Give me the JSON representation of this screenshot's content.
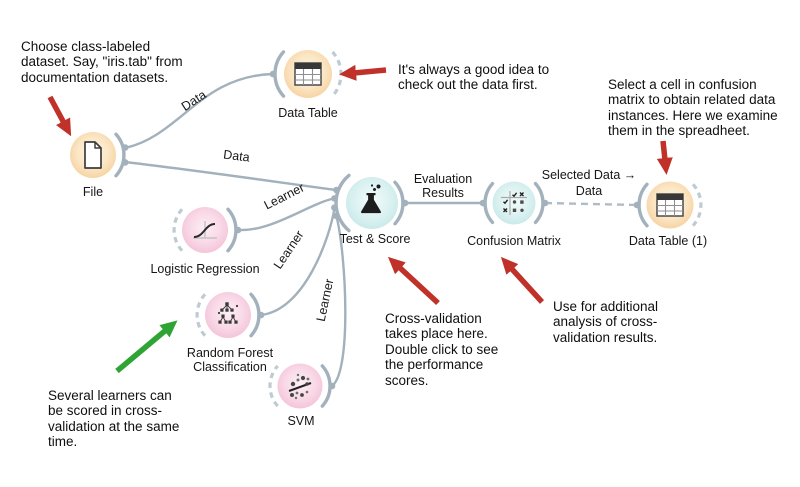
{
  "canvas": {
    "background": "#ffffff"
  },
  "colors": {
    "node_orange": "#f6d1a0",
    "node_pink": "#f4c3d8",
    "node_cyan": "#c9e9e9",
    "port_gray": "#a2b1bc",
    "arrow_red": "#c03129",
    "arrow_green": "#2fa334"
  },
  "nodes": [
    {
      "id": "file",
      "label": "File",
      "icon": "file-icon"
    },
    {
      "id": "data-table",
      "label": "Data Table",
      "icon": "table-icon"
    },
    {
      "id": "logistic-regression",
      "label": "Logistic Regression",
      "icon": "sigmoid-icon"
    },
    {
      "id": "random-forest",
      "label_line1": "Random Forest",
      "label_line2": "Classification",
      "icon": "forest-icon"
    },
    {
      "id": "svm",
      "label": "SVM",
      "icon": "svm-icon"
    },
    {
      "id": "test-score",
      "label": "Test & Score",
      "icon": "flask-icon"
    },
    {
      "id": "confusion-matrix",
      "label": "Confusion Matrix",
      "icon": "matrix-icon"
    },
    {
      "id": "data-table-1",
      "label": "Data Table (1)",
      "icon": "table-icon"
    }
  ],
  "links": {
    "file_datatable": "Data",
    "file_testscore": "Data",
    "lr_testscore": "Learner",
    "rf_testscore": "Learner",
    "svm_testscore": "Learner",
    "ts_cm_line1": "Evaluation",
    "ts_cm_line2": "Results",
    "cm_dt1_line1": "Selected Data →",
    "cm_dt1_line2": "Data"
  },
  "annotations": {
    "choose_dataset": "Choose class-labeled\ndataset. Say, \"iris.tab\" from\ndocumentation datasets.",
    "check_data": "It's always a good idea to\ncheck out the data first.",
    "select_cell": "Select a cell in confusion\nmatrix to obtain related data\ninstances. Here we examine\nthem in the spreadheet.",
    "cross_validation": "Cross-validation\ntakes place here.\nDouble click to see\nthe performance\nscores.",
    "additional_analysis": "Use for additional\nanalysis of cross-\nvalidation results.",
    "several_learners": "Several learners can\nbe scored in cross-\nvalidation at the same\ntime."
  }
}
